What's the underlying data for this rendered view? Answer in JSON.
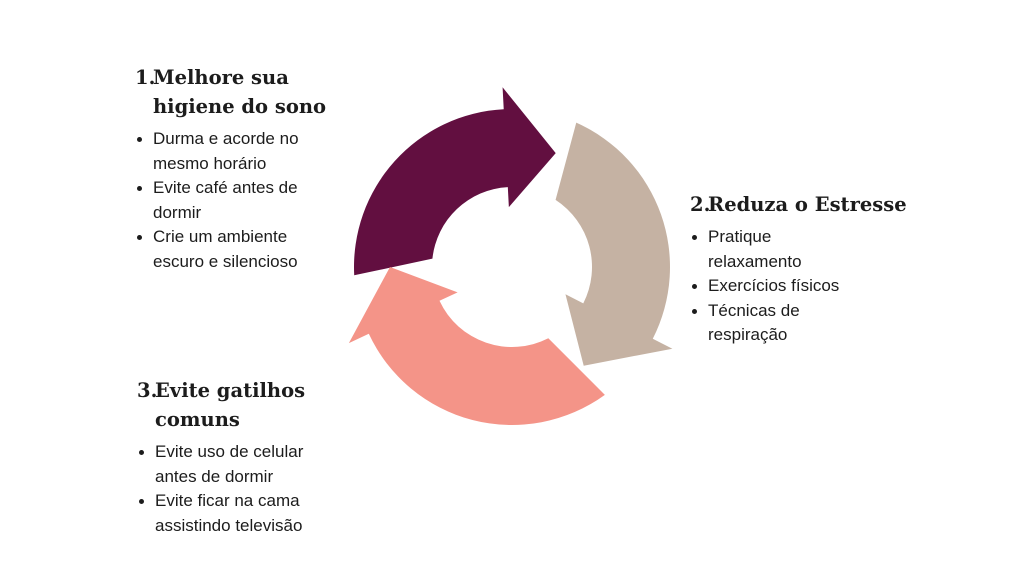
{
  "colors": {
    "step1": "#620f40",
    "step2": "#c5b2a3",
    "step3": "#f49488"
  },
  "steps": [
    {
      "number": "1.",
      "title_lines": [
        "Melhore sua",
        "higiene do sono"
      ],
      "bullets": [
        [
          "Durma e acorde no",
          "mesmo horário"
        ],
        [
          "Evite café antes de",
          "dormir"
        ],
        [
          "Crie um ambiente",
          "escuro e silencioso"
        ]
      ]
    },
    {
      "number": "2.",
      "title_lines": [
        "Reduza o Estresse"
      ],
      "bullets": [
        [
          "Pratique",
          "relaxamento"
        ],
        [
          "Exercícios físicos"
        ],
        [
          "Técnicas de",
          "respiração"
        ]
      ]
    },
    {
      "number": "3.",
      "title_lines": [
        "Evite gatilhos",
        "comuns"
      ],
      "bullets": [
        [
          "Evite uso de celular",
          "antes de dormir"
        ],
        [
          "Evite ficar na cama",
          "assistindo televisão"
        ]
      ]
    }
  ]
}
